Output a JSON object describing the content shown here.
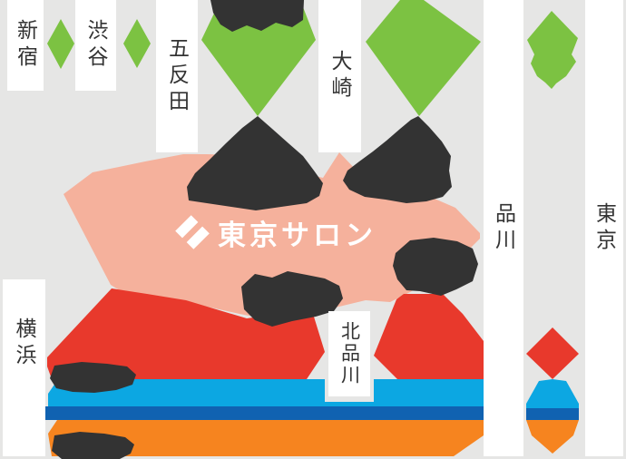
{
  "salon": {
    "name": "東京サロン"
  },
  "stations": {
    "shinjuku": "新宿",
    "shibuya": "渋谷",
    "gotanda": "五反田",
    "osaki": "大崎",
    "shinagawa": "品川",
    "tokyo": "東京",
    "yokohama": "横浜",
    "kita_shinagawa": "北品川"
  },
  "colors": {
    "background": "#E6E6E5",
    "line_green": "#7CC242",
    "salon_pink": "#F5B19C",
    "line_red": "#E8392C",
    "line_cyan": "#0CA7E2",
    "line_blue": "#1062B1",
    "line_orange": "#F6841F",
    "blob_dark": "#333333",
    "label_bg": "#FFFFFF",
    "label_text": "#333333",
    "salon_text": "#FFFFFF"
  }
}
